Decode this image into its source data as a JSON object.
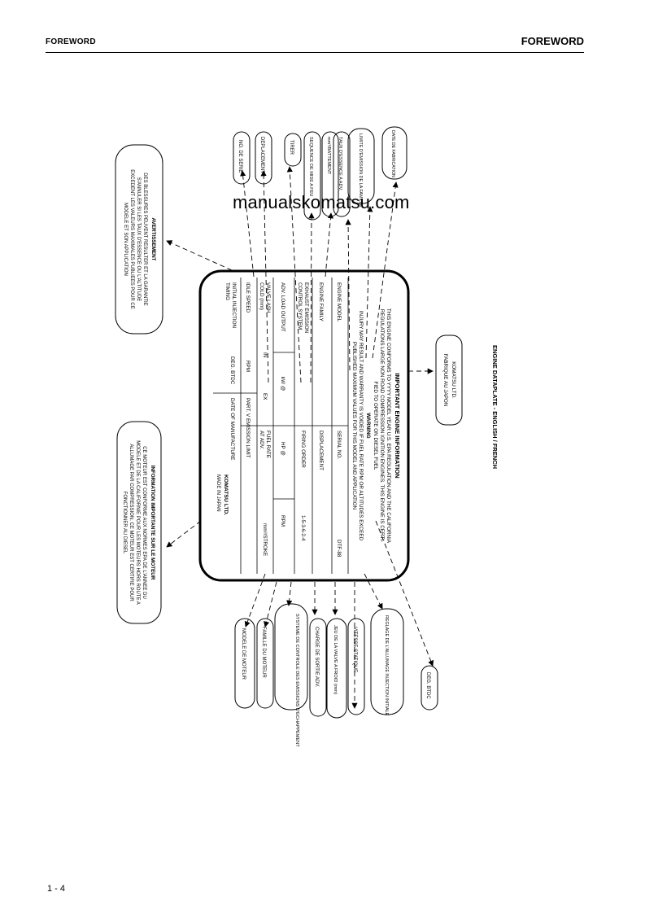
{
  "header": {
    "left": "FOREWORD",
    "right": "FOREWORD"
  },
  "watermark": "manualskomatsu.com",
  "page_number": "1 - 4",
  "caption": "ENGINE DATAPLATE - ENGLISH / FRENCH",
  "plate": {
    "title": "IMPORTANT ENGINE INFORMATION",
    "conformity": [
      "THIS ENGINE CONFORMS TO YYYY MODEL YEAR U.S. EPA REGULATION AND THE CALIFORNIA",
      "REGULATIONS LARGE NON ROAD COMPRESSION IGNITION ENGINES. THIS ENGINE IS CERTI-",
      "FIED TO OPERATE ON DIESEL FUEL"
    ],
    "warning_title": "WARNING",
    "warning": [
      "INJURY MAY RESULT AND WARRANTY IS VOIDED IF FUEL RATE RPM OR ALTITUDES EXCEED",
      "PUBLISHED MAXIMUM VALUES FOR THIS MODEL AND APPLICATION"
    ],
    "row_engine_model": "ENGINE MODEL",
    "row_serial_no": "SERIAL NO.",
    "row_serial_value": "DTF-88",
    "row_engine_family": "ENGINE FAMILY",
    "row_displacement": "DISPLACEMENT",
    "row_exhaust": [
      "EXHAUST EMISSION",
      "CONTROL SYSTEM"
    ],
    "row_firing_order": "FIRING ORDER",
    "row_firing_value": "1-5-3-6-2-4",
    "row_adv_load": "ADV. LOAD OUTPUT",
    "row_kw": "kW @",
    "row_hp": "HP @",
    "row_rpm": "RPM",
    "row_valve_lash": [
      "VALVE LASH",
      "COLD (mm)"
    ],
    "row_in": "IN",
    "row_ex": "EX",
    "row_fuel_rate": [
      "FUEL RATE",
      "AT ADV."
    ],
    "row_fuel_unit": "mm³/STROKE",
    "row_idle_speed": "IDLE SPEED",
    "row_rpm2": "RPM",
    "row_part_emission": "PART. V EMISSION LIMIT",
    "row_injection": [
      "INITIAL INJECTION",
      "TIMING"
    ],
    "row_deg": "DEG. BTDC",
    "row_date_mfg": "DATE OF MANUFACTURE",
    "maker": "KOMATSU LTD.",
    "made_in": "MADE IN JAPAN"
  },
  "french": {
    "info_title": "INFORMATION IMPORTANTE SUR LE MOTEUR",
    "info_text": [
      "CE MOTEUR EST CONFORME AUX NORMES EPA DE L'ANNEE DU",
      "MODELE ET DE LA CALIFORNIE POUR LES MOTEURS HORS ROUTE A",
      "ALLUMAGE PAR COMPRESSION. CE MOTEUR EST CERTIFIE POUR",
      "FONCTIONNER AU DIESEL"
    ],
    "avert_title": "AVERTISSEMENT",
    "avert_text": [
      "DES BLESSURES PEUVENT RESULTER ET LA GARANTIE",
      "S'ANNULER SI LES TAUX D'ESSENCE OU L'ALTITUDE",
      "EXCEDENT LES VALEURS MAXIMALES PUBLIEES POUR CE",
      "MODELE ET SON APPLICATION"
    ],
    "komatsu_box": [
      "KOMATSU LTD.",
      "FABRIQUE AU JAPON"
    ],
    "labels_bottom": [
      "MODELE DE MOTEUR",
      "FAMILLE DU MOTEUR",
      "SYSTEME DE CONTROLE DES EMISSIONS D'ECHAPPEMENT",
      "CHARGE DE SORTIE ADV.",
      "JEU DE LA VALVE A FROID (mm)",
      "VITESSE STATIQUE",
      "REGLAGE DE L'ALLUMAGE INJECTION INITIALE",
      "DEG. BTDC"
    ],
    "labels_top": [
      "NO. DE SERIE",
      "DEPLACEMENT",
      "TIRER",
      "SEQUENCE DE MISE A FEU",
      "mm³/BATTEMENT",
      "TAUX D'ESSENCE A ADV.",
      "LIMITE D'EMISSION DE LA FAMILLE",
      "DATE DE FABRICATION"
    ]
  }
}
